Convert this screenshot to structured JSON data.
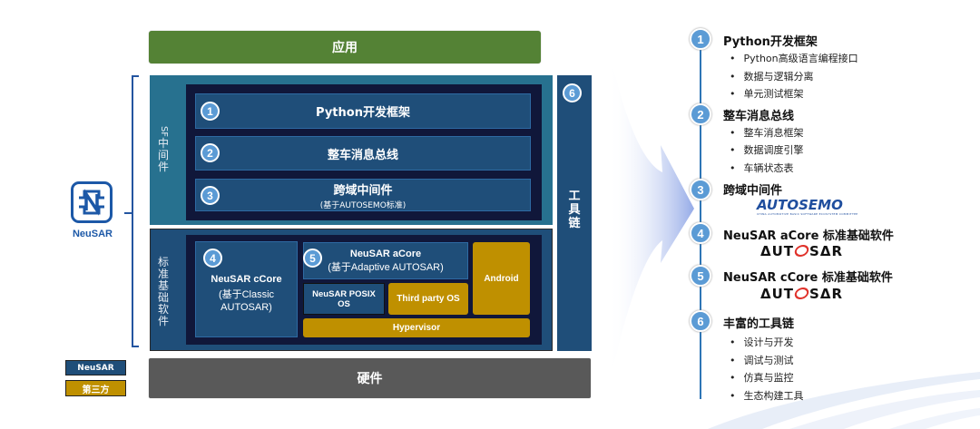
{
  "diagram": {
    "app_layer": "应用",
    "hardware_layer": "硬件",
    "sf_middleware_label": "SF中间件",
    "standard_software_label": "标准基础软件",
    "toolchain": {
      "number": "6",
      "label": "工具链"
    },
    "middleware_rows": [
      {
        "number": "1",
        "title": "Python开发框架",
        "subtitle": ""
      },
      {
        "number": "2",
        "title": "整车消息总线",
        "subtitle": ""
      },
      {
        "number": "3",
        "title": "跨域中间件",
        "subtitle": "(基于AUTOSEMO标准)"
      }
    ],
    "ccore": {
      "number": "4",
      "title": "NeuSAR cCore",
      "line2": "(基于Classic",
      "line3": "AUTOSAR)"
    },
    "acore": {
      "number": "5",
      "title": "NeuSAR aCore",
      "subtitle": "(基于Adaptive AUTOSAR)"
    },
    "posix": {
      "line1": "NeuSAR POSIX",
      "line2": "OS"
    },
    "third_party_os": "Third party OS",
    "android": "Android",
    "hypervisor": "Hypervisor",
    "legend": [
      {
        "label": "NeuSAR",
        "color": "#1f4e79"
      },
      {
        "label": "第三方",
        "color": "#bf9000"
      }
    ],
    "logo": {
      "name": "NeuSAR"
    }
  },
  "feature_list": [
    {
      "number": "1",
      "title": "Python开发框架",
      "bullets": [
        "Python高级语言编程接口",
        "数据与逻辑分离",
        "单元测试框架"
      ]
    },
    {
      "number": "2",
      "title": "整车消息总线",
      "bullets": [
        "整车消息框架",
        "数据调度引擎",
        "车辆状态表"
      ]
    },
    {
      "number": "3",
      "title": "跨域中间件",
      "logo": "AUTOSEMO",
      "logo_sub": "CHINA AUTOMOTIVE BASIC SOFTWARE ECOSYSTEM COMMITTEE"
    },
    {
      "number": "4",
      "title": "NeuSAR aCore 标准基础软件",
      "logo": "AUTOSAR"
    },
    {
      "number": "5",
      "title": "NeuSAR cCore 标准基础软件",
      "logo": "AUTOSAR"
    },
    {
      "number": "6",
      "title": "丰富的工具链",
      "bullets": [
        "设计与开发",
        "调试与测试",
        "仿真与监控",
        "生态构建工具"
      ]
    }
  ],
  "colors": {
    "app_green": "#548235",
    "hardware_gray": "#595959",
    "neusar_blue": "#1f4e79",
    "sf_teal": "#27718f",
    "third_party_gold": "#bf9000",
    "number_badge": "#5b9bd5"
  },
  "autosar_parts": {
    "a": "ΔUT",
    "b": "SΔR"
  }
}
